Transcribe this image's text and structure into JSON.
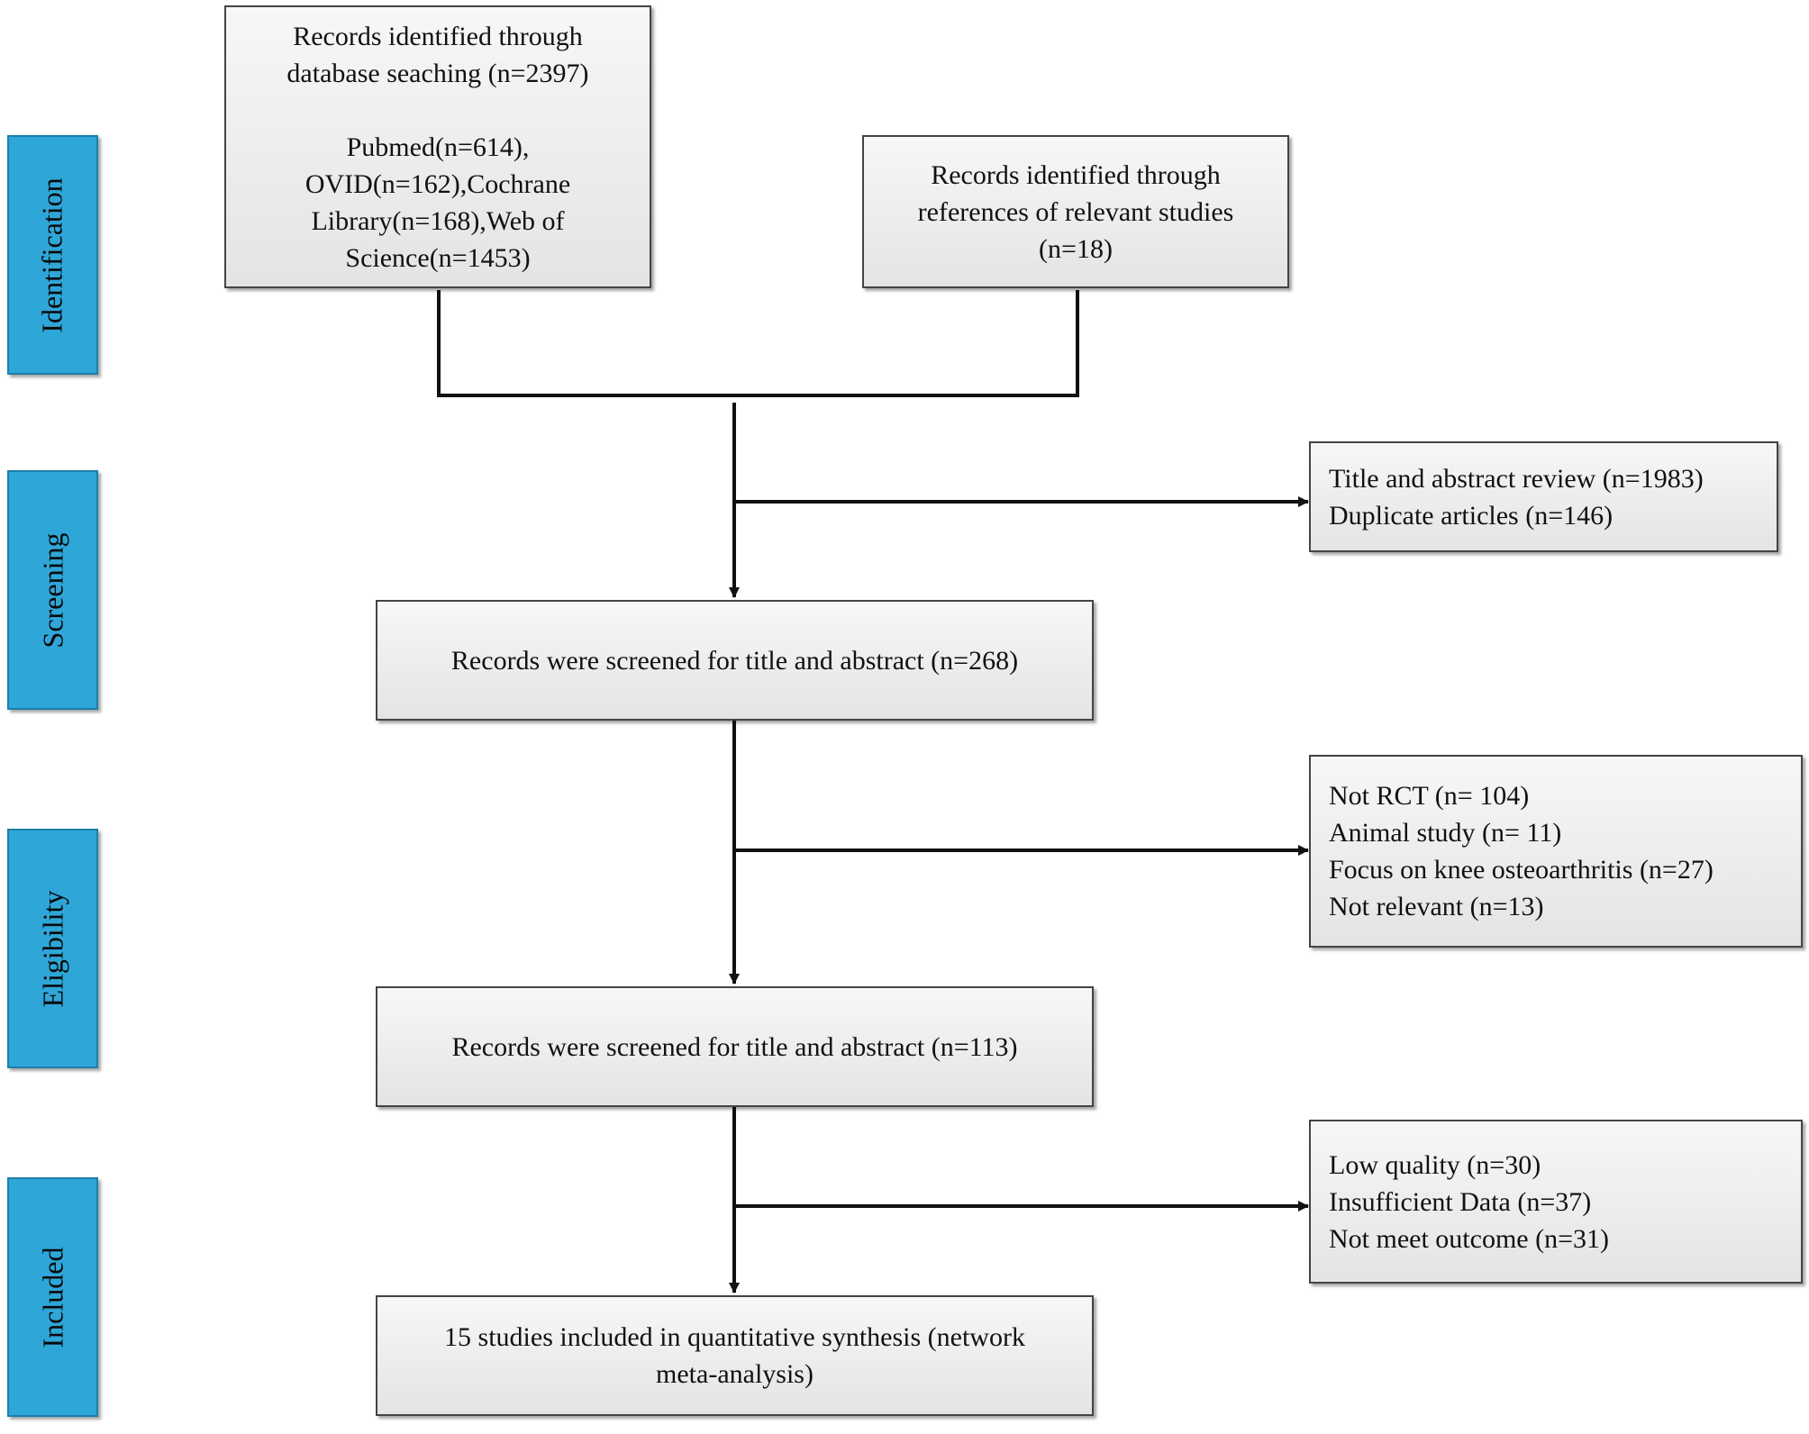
{
  "phases": [
    "Identification",
    "Screening",
    "Eligibility",
    "Included"
  ],
  "boxes": {
    "database": {
      "lines": [
        "Records identified through",
        "database seaching (n=2397)"
      ],
      "detail_lines": [
        "Pubmed(n=614),",
        "OVID(n=162),Cochrane",
        "Library(n=168),Web of",
        "Science(n=1453)"
      ]
    },
    "references": {
      "lines": [
        "Records identified through",
        "references of relevant studies",
        "(n=18)"
      ]
    },
    "excluded_screening": {
      "lines": [
        "Title and abstract review (n=1983)",
        "Duplicate articles (n=146)"
      ]
    },
    "screened_1": {
      "lines": [
        "Records were screened for title and abstract (n=268)"
      ]
    },
    "excluded_eligibility": {
      "lines": [
        "Not RCT (n= 104)",
        "Animal study (n= 11)",
        "Focus on knee osteoarthritis (n=27)",
        "Not relevant (n=13)"
      ]
    },
    "screened_2": {
      "lines": [
        "Records were screened for title and abstract (n=113)"
      ]
    },
    "excluded_included": {
      "lines": [
        "Low quality (n=30)",
        "Insufficient Data (n=37)",
        "Not meet outcome (n=31)"
      ]
    },
    "final": {
      "lines": [
        "15 studies included in quantitative synthesis (network",
        "meta-analysis)"
      ]
    }
  }
}
